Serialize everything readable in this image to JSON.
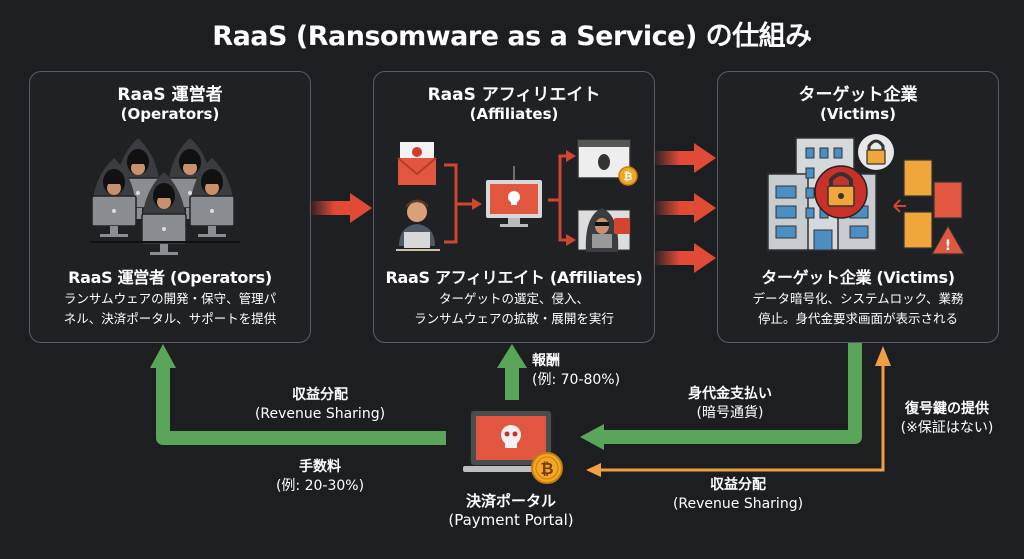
{
  "title": "RaaS (Ransomware as a Service) の仕組み",
  "colors": {
    "background": "#1c1e22",
    "box_border": "#5a5d63",
    "red_arrow": "#e04a36",
    "green_flow": "#5aa55a",
    "orange_flow": "#f0a040",
    "bitcoin": "#f5a623"
  },
  "operators": {
    "heading_jp": "RaaS 運営者",
    "heading_en": "(Operators)",
    "illustration": "hooded-hackers-with-laptops-icon",
    "subtitle": "RaaS 運営者 (Operators)",
    "desc_line1": "ランサムウェアの開発・保守、管理パ",
    "desc_line2": "ネル、決済ポータル、サポートを提供"
  },
  "affiliates": {
    "heading_jp": "RaaS アフィリエイト",
    "heading_en": "(Affiliates)",
    "illustration": "phishing-email-attacker-infected-computer-icon",
    "subtitle": "RaaS アフィリエイト (Affiliates)",
    "desc_line1": "ターゲットの選定、侵入、",
    "desc_line2": "ランサムウェアの拡散・展開を実行"
  },
  "victims": {
    "heading_jp": "ターゲット企業",
    "heading_en": "(Victims)",
    "illustration": "locked-building-encrypted-files-icon",
    "subtitle": "ターゲット企業 (Victims)",
    "desc_line1": "データ暗号化、システムロック、業務",
    "desc_line2": "停止。身代金要求画面が表示される"
  },
  "payment_portal": {
    "label_jp": "決済ポータル",
    "label_en": "(Payment Portal)"
  },
  "flows": {
    "revenue_sharing_left": {
      "jp": "収益分配",
      "en": "(Revenue Sharing)"
    },
    "fee": {
      "jp": "手数料",
      "en": "(例: 20-30%)"
    },
    "reward": {
      "jp": "報酬",
      "en": "(例: 70-80%)"
    },
    "ransom_payment": {
      "jp": "身代金支払い",
      "en": "(暗号通貨)"
    },
    "decryption_key": {
      "jp": "復号鍵の提供",
      "en": "(※保証はない)"
    },
    "revenue_sharing_right": {
      "jp": "収益分配",
      "en": "(Revenue Sharing)"
    }
  }
}
